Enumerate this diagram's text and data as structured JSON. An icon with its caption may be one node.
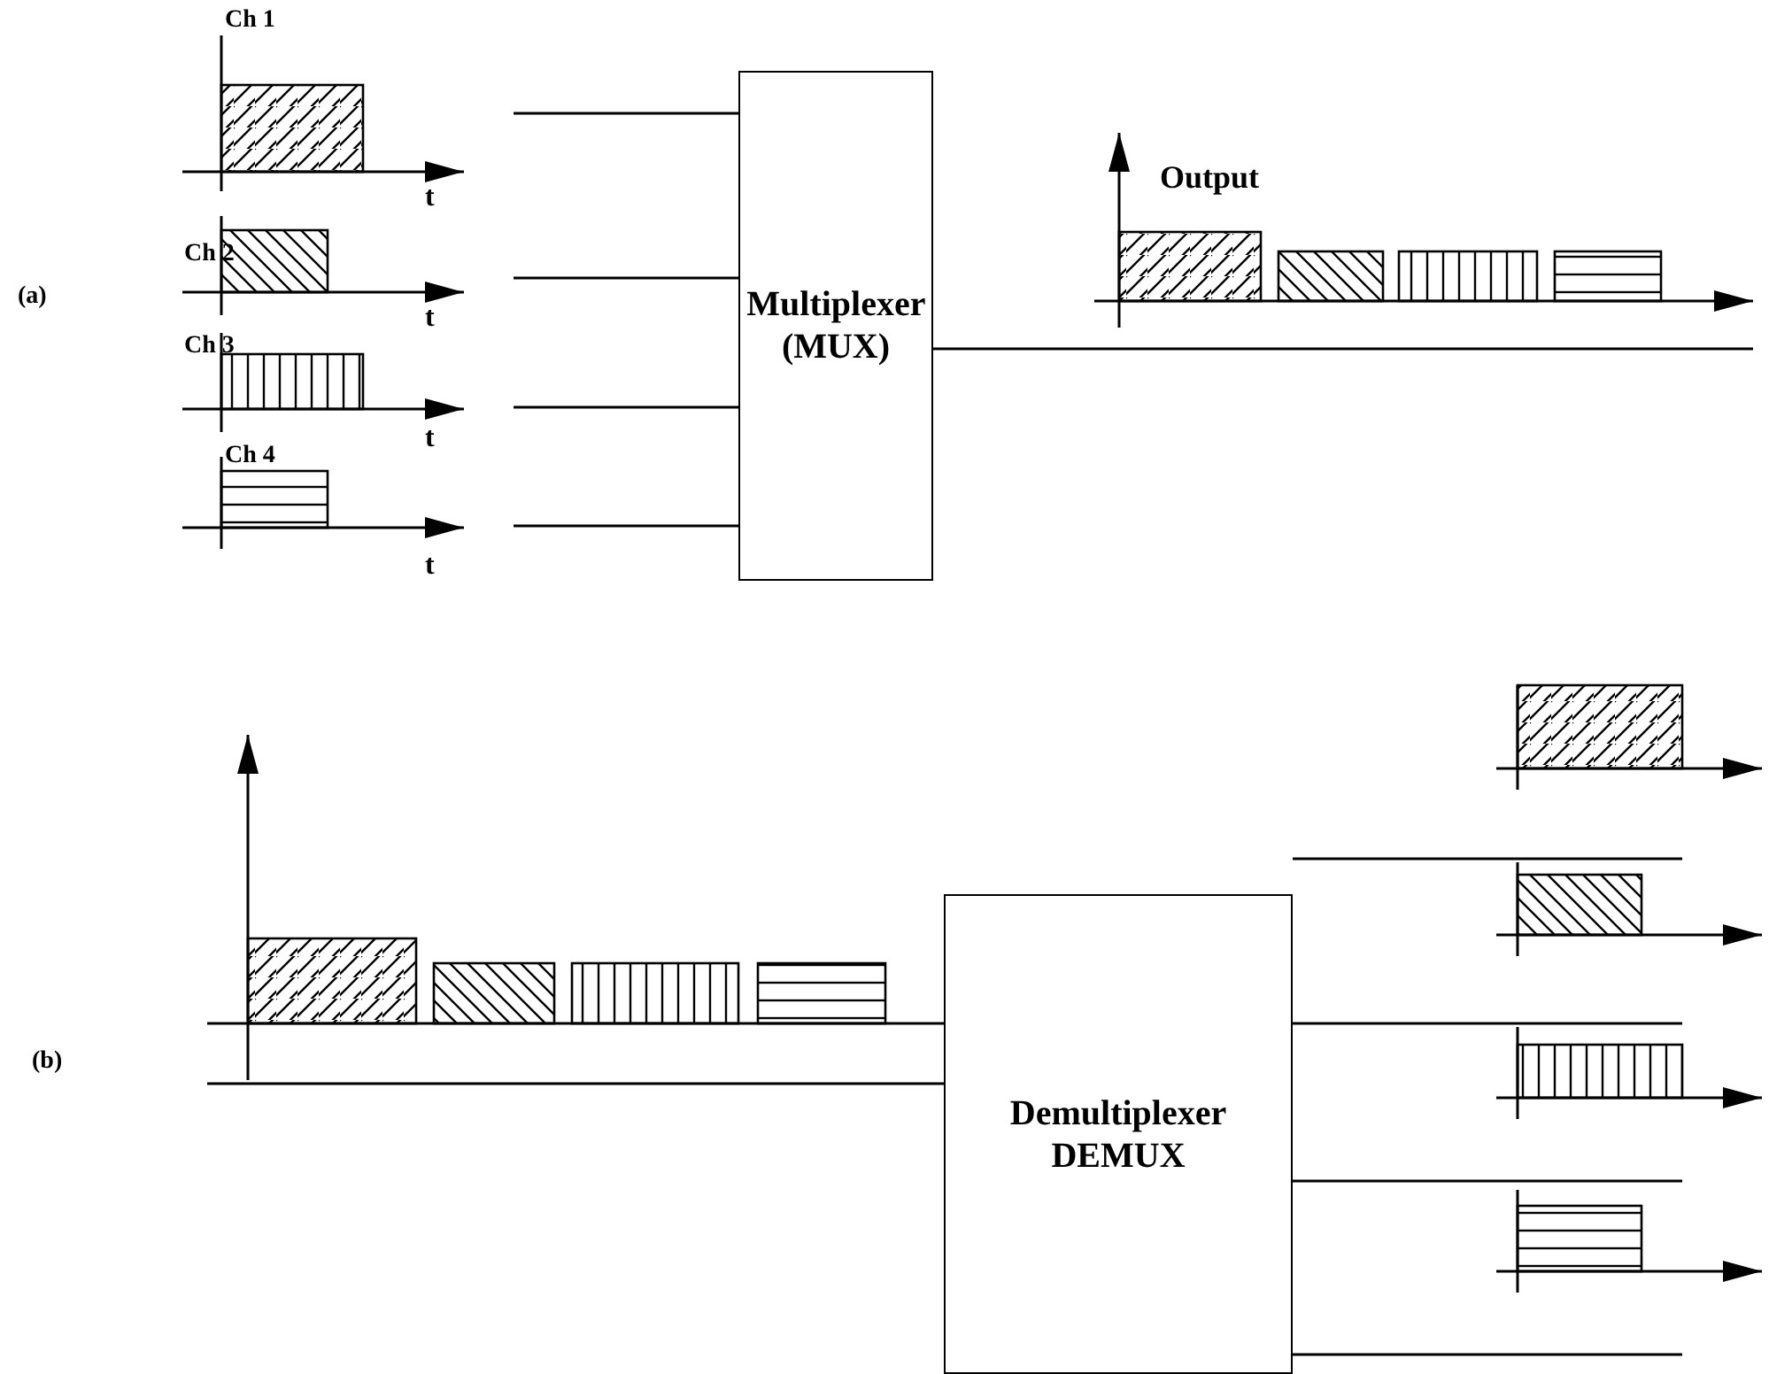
{
  "diagram": {
    "nodes": [
      {
        "text": [
          "Multiplexer (MUX)"
        ]
      },
      {
        "text": [
          "Demultiplexer DEMUX"
        ]
      }
    ],
    "edges": [
      {
        "from": null,
        "to": 0,
        "arrow": "none"
      },
      {
        "from": null,
        "to": 0,
        "arrow": "none"
      },
      {
        "from": null,
        "to": 0,
        "arrow": "none"
      },
      {
        "from": null,
        "to": 0,
        "arrow": "none"
      },
      {
        "from": 0,
        "to": null,
        "arrow": "none"
      },
      {
        "from": null,
        "to": 1,
        "arrow": "none"
      },
      {
        "from": 1,
        "to": null,
        "arrow": "none"
      },
      {
        "from": 1,
        "to": null,
        "arrow": "none"
      },
      {
        "from": 1,
        "to": null,
        "arrow": "none"
      },
      {
        "from": 1,
        "to": null,
        "arrow": "none"
      }
    ],
    "labels": [
      "Ch 1",
      "Output",
      "t",
      "Ch 2",
      "(a)",
      "t",
      "Ch 3",
      "t",
      "Ch 4",
      "t",
      "(b)"
    ]
  }
}
